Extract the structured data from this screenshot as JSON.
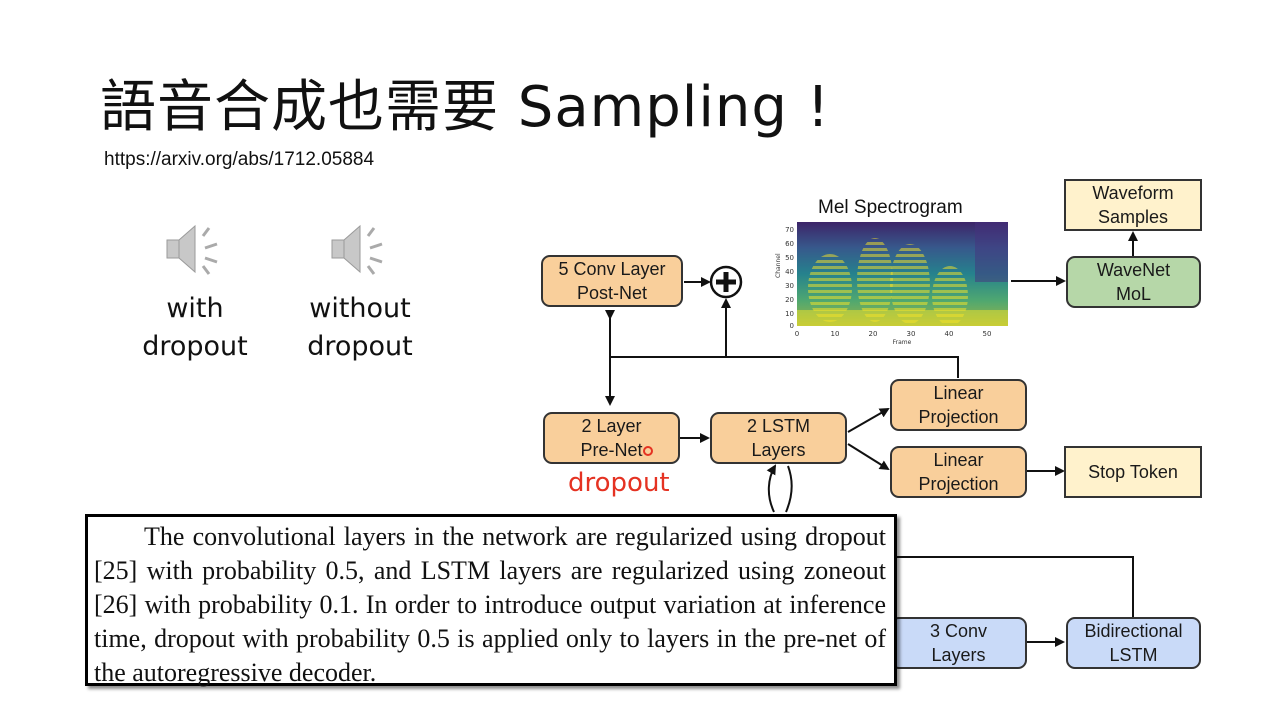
{
  "slide": {
    "title": "語音合成也需要 Sampling !",
    "url": "https://arxiv.org/abs/1712.05884"
  },
  "audio_samples": [
    {
      "icon": "speaker-icon",
      "label_line1": "with",
      "label_line2": "dropout"
    },
    {
      "icon": "speaker-icon",
      "label_line1": "without",
      "label_line2": "dropout"
    }
  ],
  "diagram": {
    "mel_title": "Mel Spectrogram",
    "mel_ylabel": "Channel",
    "mel_xlabel": "Frame",
    "mel_yticks": [
      "70",
      "60",
      "50",
      "40",
      "30",
      "20",
      "10",
      "0"
    ],
    "mel_xticks": [
      "0",
      "10",
      "20",
      "30",
      "40",
      "50"
    ],
    "blocks": {
      "postnet": {
        "line1": "5 Conv Layer",
        "line2": "Post-Net"
      },
      "waveform": {
        "line1": "Waveform",
        "line2": "Samples"
      },
      "wavenet": {
        "line1": "WaveNet",
        "line2": "MoL"
      },
      "prenet": {
        "line1": "2 Layer",
        "line2": "Pre-Net"
      },
      "lstm": {
        "line1": "2 LSTM",
        "line2": "Layers"
      },
      "linear1": {
        "line1": "Linear",
        "line2": "Projection"
      },
      "linear2": {
        "line1": "Linear",
        "line2": "Projection"
      },
      "stop": {
        "line1": "Stop Token"
      },
      "conv3": {
        "line1": "3 Conv",
        "line2": "Layers"
      },
      "bilstm": {
        "line1": "Bidirectional",
        "line2": "LSTM"
      }
    },
    "dropout_label": "dropout",
    "colors": {
      "orange": "#f9cf9b",
      "green": "#b6d7a8",
      "cream": "#fff2cc",
      "blue": "#c9daf8",
      "dropout": "#e53222"
    }
  },
  "quote": {
    "text": "The convolutional layers in the network are regularized using dropout [25] with probability 0.5, and LSTM layers are regularized using zoneout [26] with probability 0.1. In order to introduce output variation at inference time, dropout with probability 0.5 is applied only to layers in the pre-net of the autoregressive decoder."
  }
}
